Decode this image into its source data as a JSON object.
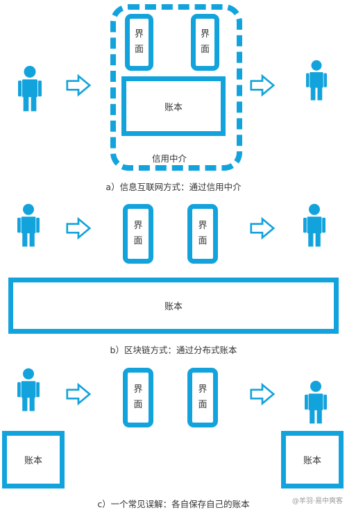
{
  "colors": {
    "accent": "#13a3dc",
    "text": "#333333"
  },
  "icons": {
    "person": "person-icon",
    "arrow": "arrow-right-icon"
  },
  "panel_a": {
    "ui_left": [
      "界",
      "面"
    ],
    "ui_right": [
      "界",
      "面"
    ],
    "ledger": "账本",
    "intermediary": "信用中介",
    "caption": "a）信息互联网方式：通过信用中介"
  },
  "panel_b": {
    "ui_left": [
      "界",
      "面"
    ],
    "ui_right": [
      "界",
      "面"
    ],
    "ledger": "账本",
    "caption": "b）区块链方式：通过分布式账本"
  },
  "panel_c": {
    "ui_left": [
      "界",
      "面"
    ],
    "ui_right": [
      "界",
      "面"
    ],
    "ledger_left": "账本",
    "ledger_right": "账本",
    "caption": "c）一个常见误解：各自保存自己的账本"
  },
  "watermark": "@羊羽·易中爽客"
}
